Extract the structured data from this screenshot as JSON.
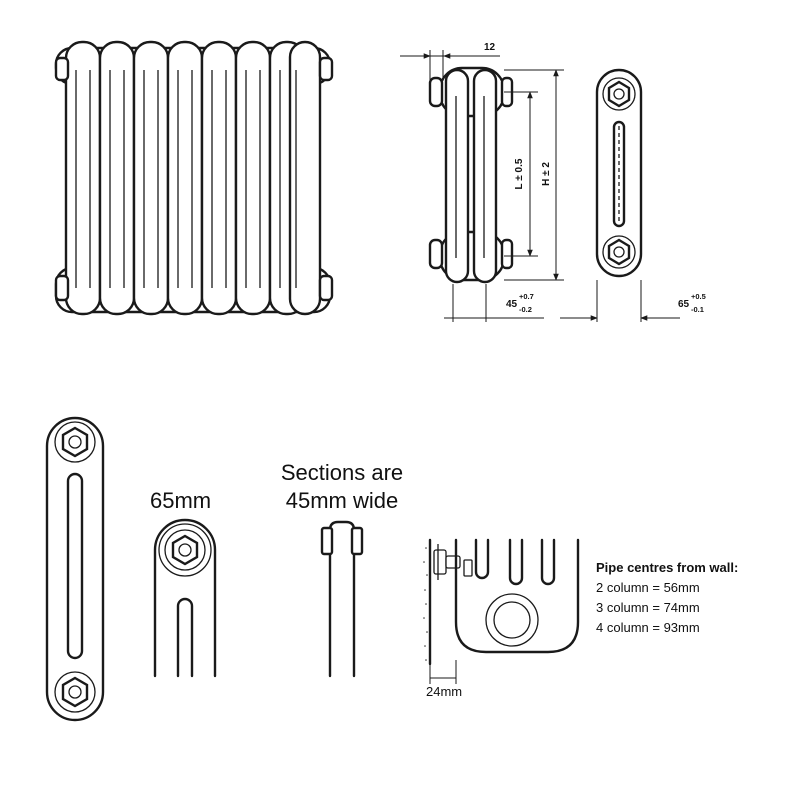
{
  "dimensions": {
    "side_gap": "12",
    "length_tolerance": "L ± 0.5",
    "height_tolerance": "H ± 2",
    "section_depth": {
      "base": "45",
      "upper": "+0.7",
      "lower": "-0.2"
    },
    "column_width": {
      "base": "65",
      "upper": "+0.5",
      "lower": "-0.1"
    }
  },
  "callouts": {
    "width_65": "65mm",
    "sections_line1": "Sections are",
    "sections_line2": "45mm wide",
    "wall_gap": "24mm"
  },
  "pipe_centres": {
    "title": "Pipe centres from wall:",
    "rows": [
      "2 column = 56mm",
      "3 column = 74mm",
      "4 column = 93mm"
    ]
  }
}
